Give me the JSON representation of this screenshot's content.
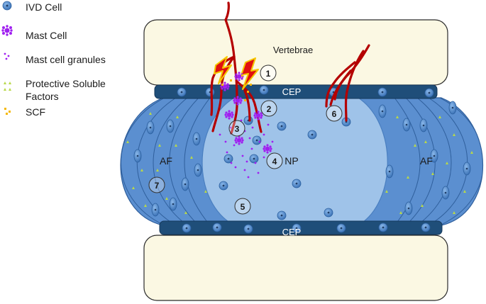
{
  "legend": {
    "ivd_cell": "IVD Cell",
    "mast_cell": "Mast Cell",
    "mast_granules": "Mast cell granules",
    "protective_line1": "Protective Soluble",
    "protective_line2": "Factors",
    "scf": "SCF"
  },
  "labels": {
    "vertebrae": "Vertebrae",
    "cep_top": "CEP",
    "cep_bottom": "CEP",
    "af_left": "AF",
    "af_right": "AF",
    "np": "NP"
  },
  "markers": [
    "1",
    "2",
    "3",
    "4",
    "5",
    "6",
    "7"
  ],
  "colors": {
    "vertebra_fill": "#fbf8e3",
    "cep_fill": "#1f4e79",
    "af_fill": "#5b8fd0",
    "np_fill": "#9fc3e9",
    "nerve": "#b40000",
    "mast": "#a020f0",
    "protective": "#b8d84a",
    "scf": "#f5b800",
    "lightning": "#e01010"
  }
}
